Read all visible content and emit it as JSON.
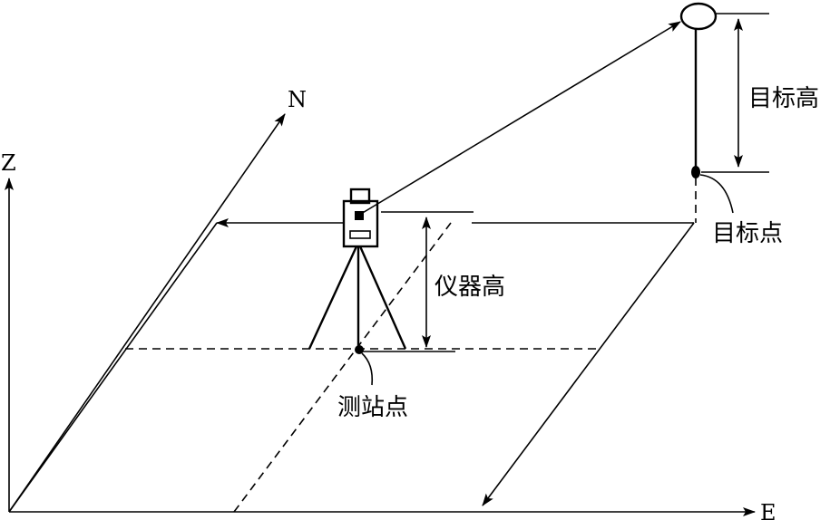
{
  "axes": {
    "z_label": "Z",
    "n_label": "N",
    "e_label": "E"
  },
  "labels": {
    "target_height": "目标高",
    "target_point": "目标点",
    "instrument_height": "仪器高",
    "station_point": "测站点"
  }
}
